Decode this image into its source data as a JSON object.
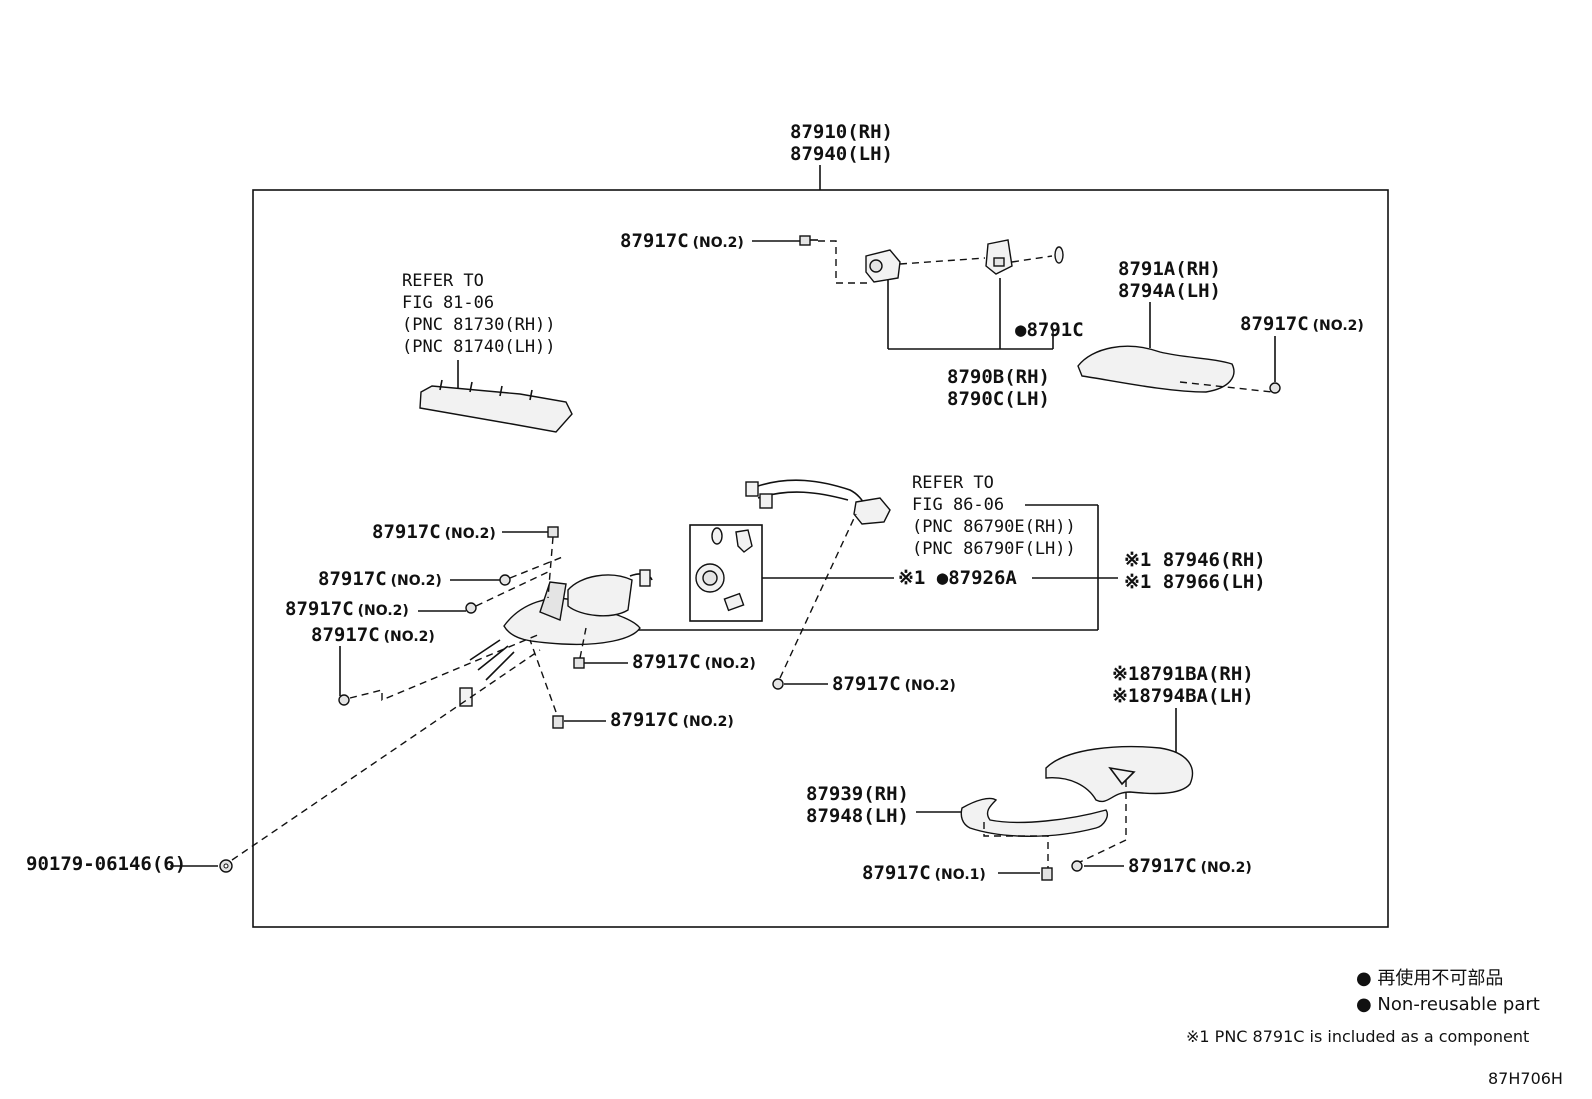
{
  "diagram_code": "87H706H",
  "assembly": {
    "rh": "87910(RH)",
    "lh": "87940(LH)"
  },
  "callouts": {
    "screw_top": {
      "num": "87917C",
      "spec": "(NO.2)"
    },
    "screw_right_cover": {
      "num": "87917C",
      "spec": "(NO.2)"
    },
    "screw_mid_1": {
      "num": "87917C",
      "spec": "(NO.2)"
    },
    "screw_mid_2": {
      "num": "87917C",
      "spec": "(NO.2)"
    },
    "screw_mid_3": {
      "num": "87917C",
      "spec": "(NO.2)"
    },
    "screw_mid_4": {
      "num": "87917C",
      "spec": "(NO.2)"
    },
    "screw_mid_5": {
      "num": "87917C",
      "spec": "(NO.2)"
    },
    "screw_mid_6": {
      "num": "87917C",
      "spec": "(NO.2)"
    },
    "screw_mid_7": {
      "num": "87917C",
      "spec": "(NO.2)"
    },
    "screw_bottom_1": {
      "num": "87917C",
      "spec": "(NO.1)"
    },
    "screw_bottom_2": {
      "num": "87917C",
      "spec": "(NO.2)"
    }
  },
  "refer_81": {
    "line1": "REFER TO",
    "line2": "FIG 81-06",
    "line3": "(PNC 81730(RH))",
    "line4": "(PNC 81740(LH))"
  },
  "refer_86": {
    "line1": "REFER TO",
    "line2": "FIG 86-06",
    "line3": "(PNC 86790E(RH))",
    "line4": "(PNC 86790F(LH))"
  },
  "part_8791C": "●8791C",
  "part_8790": {
    "rh": "8790B(RH)",
    "lh": "8790C(LH)"
  },
  "part_8791A": {
    "rh": "8791A(RH)",
    "lh": "8794A(LH)"
  },
  "part_87926A": "※1 ●87926A",
  "part_87946": {
    "rh": "※1 87946(RH)",
    "lh": "※1 87966(LH)"
  },
  "part_8791BA": {
    "rh": "※18791BA(RH)",
    "lh": "※18794BA(LH)"
  },
  "part_87939": {
    "rh": "87939(RH)",
    "lh": "87948(LH)"
  },
  "part_nut": "90179-06146(6)",
  "legend": {
    "jp": "● 再使用不可部品",
    "en": "● Non-reusable part",
    "note": "※1 PNC 8791C is included as a component"
  }
}
